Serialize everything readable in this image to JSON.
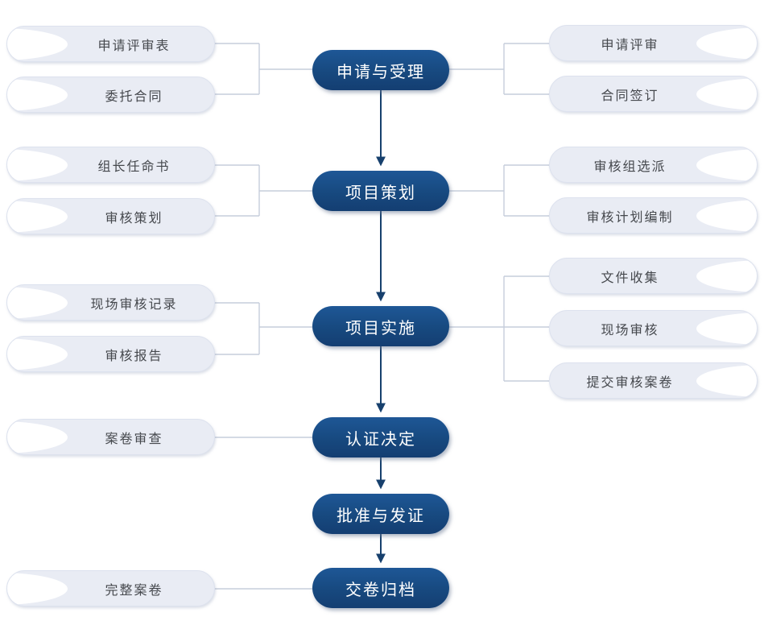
{
  "flow": {
    "direction": "top-down",
    "stages": [
      {
        "label": "申请与受理"
      },
      {
        "label": "项目策划"
      },
      {
        "label": "项目实施"
      },
      {
        "label": "认证决定"
      },
      {
        "label": "批准与发证"
      },
      {
        "label": "交卷归档"
      }
    ],
    "left_items": [
      {
        "label": "申请评审表",
        "stage": "申请与受理"
      },
      {
        "label": "委托合同",
        "stage": "申请与受理"
      },
      {
        "label": "组长任命书",
        "stage": "项目策划"
      },
      {
        "label": "审核策划",
        "stage": "项目策划"
      },
      {
        "label": "现场审核记录",
        "stage": "项目实施"
      },
      {
        "label": "审核报告",
        "stage": "项目实施"
      },
      {
        "label": "案卷审查",
        "stage": "认证决定"
      },
      {
        "label": "完整案卷",
        "stage": "交卷归档"
      }
    ],
    "right_items": [
      {
        "label": "申请评审",
        "stage": "申请与受理"
      },
      {
        "label": "合同签订",
        "stage": "申请与受理"
      },
      {
        "label": "审核组选派",
        "stage": "项目策划"
      },
      {
        "label": "审核计划编制",
        "stage": "项目策划"
      },
      {
        "label": "文件收集",
        "stage": "项目实施"
      },
      {
        "label": "现场审核",
        "stage": "项目实施"
      },
      {
        "label": "提交审核案卷",
        "stage": "项目实施"
      }
    ],
    "colors": {
      "stage_fill": "#17497F",
      "stage_fill_top": "#1E5796",
      "stage_text": "#FFFFFF",
      "item_fill": "#E9ECF4",
      "item_text": "#45484D",
      "bracket_line": "#C6CDDB",
      "flow_arrow": "#17406D",
      "background": "#FFFFFF"
    }
  }
}
